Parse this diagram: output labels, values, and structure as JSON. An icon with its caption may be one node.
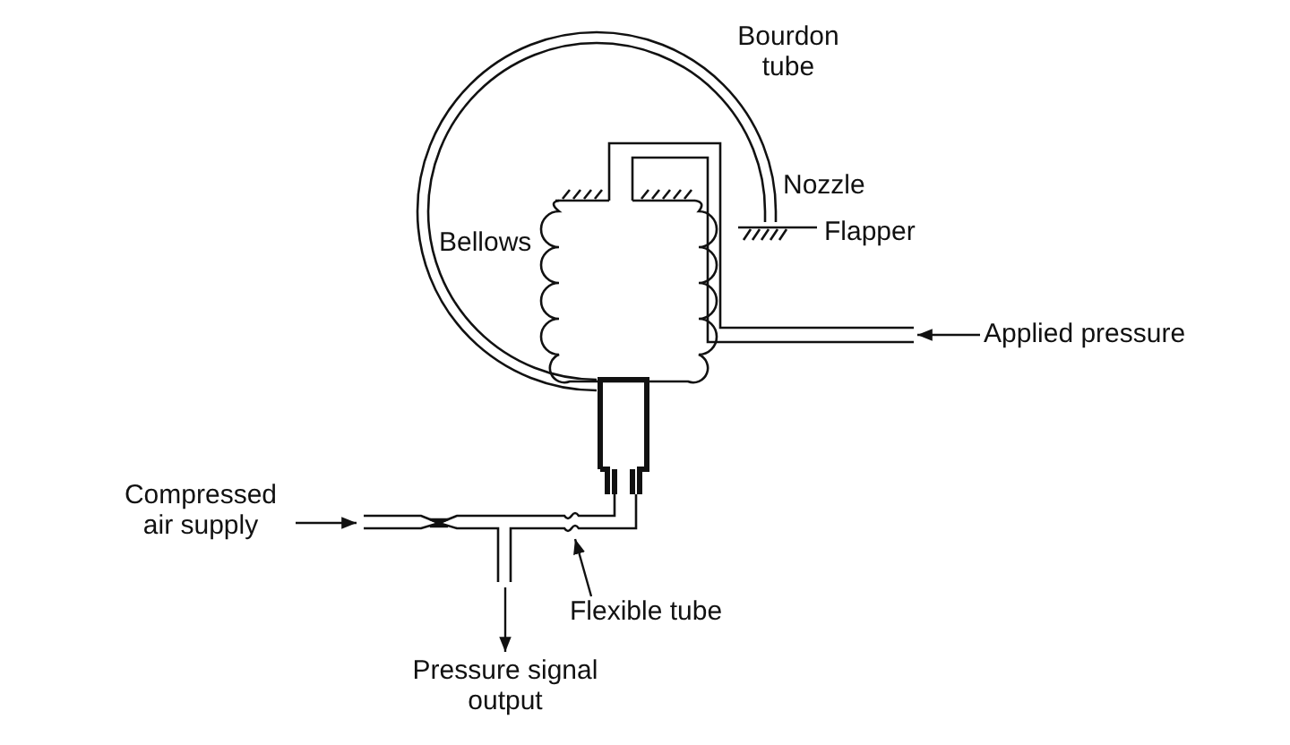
{
  "diagram": {
    "nodes": [
      {
        "text": [
          "Applied pressure"
        ]
      },
      {
        "text": [
          "Compressed air supply"
        ]
      },
      {
        "text": [
          "Flexible tube"
        ]
      },
      {
        "text": [
          "Pressure signal output"
        ]
      }
    ],
    "edges": [
      {
        "from": 0,
        "to": null,
        "arrow": "to"
      },
      {
        "from": 1,
        "to": null,
        "arrow": "to"
      },
      {
        "from": 2,
        "to": null,
        "arrow": "to"
      },
      {
        "from": null,
        "to": 3,
        "arrow": "to"
      }
    ],
    "labels": [
      "Bourdon tube",
      "Nozzle",
      "Flapper",
      "Bellows"
    ]
  }
}
